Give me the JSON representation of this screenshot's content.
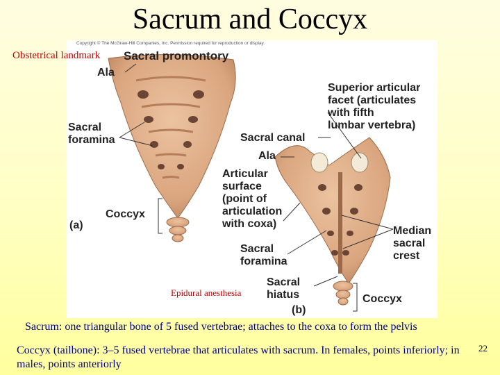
{
  "slide": {
    "title": "Sacrum and Coccyx",
    "page_number": "22"
  },
  "figure": {
    "copyright": "Copyright © The McGraw-Hill Companies, Inc. Permission required for reproduction or display.",
    "labels": {
      "sacral_promontory": "Sacral promontory",
      "ala_a": "Ala",
      "sacral_foramina_a_line1": "Sacral",
      "sacral_foramina_a_line2": "foramina",
      "coccyx_a": "Coccyx",
      "view_a": "(a)",
      "superior_facet_line1": "Superior articular",
      "superior_facet_line2": "facet (articulates",
      "superior_facet_line3": "with fifth",
      "superior_facet_line4": "lumbar vertebra)",
      "sacral_canal": "Sacral canal",
      "ala_b": "Ala",
      "articular_line1": "Articular",
      "articular_line2": "surface",
      "articular_line3": "(point of",
      "articular_line4": "articulation",
      "articular_line5": "with coxa)",
      "median_line1": "Median",
      "median_line2": "sacral",
      "median_line3": "crest",
      "sacral_foramina_b_line1": "Sacral",
      "sacral_foramina_b_line2": "foramina",
      "sacral_hiatus_line1": "Sacral",
      "sacral_hiatus_line2": "hiatus",
      "coccyx_b": "Coccyx",
      "view_b": "(b)"
    }
  },
  "annotations": {
    "obstetrical": "Obstetrical landmark",
    "epidural": "Epidural anesthesia"
  },
  "captions": {
    "sacrum": "Sacrum: one triangular bone of 5 fused vertebrae; attaches to the coxa to form the pelvis",
    "coccyx": "Coccyx (tailbone): 3–5 fused vertebrae that articulates with sacrum. In females, points inferiorly; in males, points anteriorly"
  },
  "colors": {
    "bone": "#d9a57e",
    "bone_dark": "#b57e58",
    "foramen": "#6b4533",
    "annotation_red": "#c00000",
    "caption_navy": "#000080"
  }
}
